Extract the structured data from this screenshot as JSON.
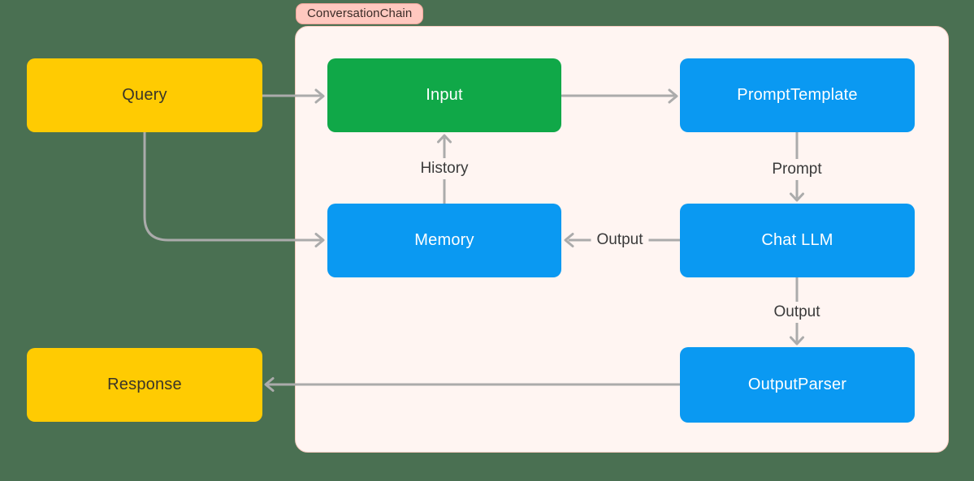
{
  "diagram": {
    "title_badge": "ConversationChain",
    "nodes": {
      "query": {
        "label": "Query"
      },
      "input": {
        "label": "Input"
      },
      "prompt_template": {
        "label": "PromptTemplate"
      },
      "memory": {
        "label": "Memory"
      },
      "chat_llm": {
        "label": "Chat LLM"
      },
      "output_parser": {
        "label": "OutputParser"
      },
      "response": {
        "label": "Response"
      }
    },
    "edge_labels": {
      "history": "History",
      "prompt": "Prompt",
      "output_to_memory": "Output",
      "output_to_parser": "Output"
    },
    "edges": [
      {
        "from": "Query",
        "to": "Input",
        "label": ""
      },
      {
        "from": "Input",
        "to": "PromptTemplate",
        "label": ""
      },
      {
        "from": "PromptTemplate",
        "to": "Chat LLM",
        "label": "Prompt"
      },
      {
        "from": "Chat LLM",
        "to": "Memory",
        "label": "Output"
      },
      {
        "from": "Memory",
        "to": "Input",
        "label": "History"
      },
      {
        "from": "Chat LLM",
        "to": "OutputParser",
        "label": "Output"
      },
      {
        "from": "OutputParser",
        "to": "Response",
        "label": ""
      },
      {
        "from": "Query",
        "to": "Memory",
        "label": ""
      }
    ],
    "colors": {
      "background": "#4A7052",
      "container_bg": "#FFF5F2",
      "container_border": "#F8CCC2",
      "badge_bg": "#FFC8BF",
      "badge_border": "#F5A79D",
      "badge_text": "#3A2B27",
      "yellow_node": "#FFCB02",
      "green_node": "#10A848",
      "blue_node": "#0A99F2",
      "arrow": "#ABABAB",
      "label_text": "#3A3A3A",
      "node_text_light": "#FFFFFF",
      "node_text_dark": "#3A3529"
    }
  }
}
